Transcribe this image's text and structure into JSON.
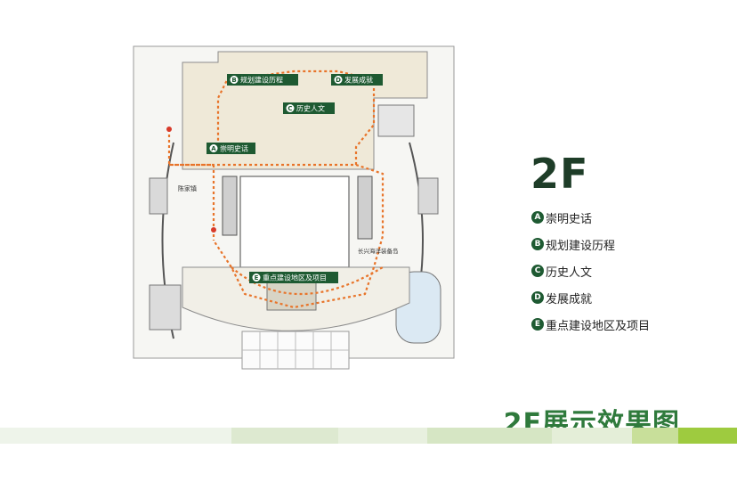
{
  "floor_title": "2F",
  "page_title": "2F展示效果图",
  "colors": {
    "dark_green": "#1e5a32",
    "title_green": "#2f7a3c",
    "route_orange": "#e8742a",
    "zone_tan": "#efe9d8",
    "atrium": "#ffffff",
    "band_light": "#dde9d0",
    "band_accent": "#9ecb3f"
  },
  "legend": [
    {
      "letter": "A",
      "label": "崇明史话"
    },
    {
      "letter": "B",
      "label": "规划建设历程"
    },
    {
      "letter": "C",
      "label": "历史人文"
    },
    {
      "letter": "D",
      "label": "发展成就"
    },
    {
      "letter": "E",
      "label": "重点建设地区及项目"
    }
  ],
  "zones": {
    "A": {
      "letter": "A",
      "label": "崇明史话"
    },
    "B": {
      "letter": "B",
      "label": "规划建设历程"
    },
    "C": {
      "letter": "C",
      "label": "历史人文"
    },
    "D": {
      "letter": "D",
      "label": "发展成就"
    },
    "E": {
      "letter": "E",
      "label": "重点建设地区及项目"
    }
  },
  "plan_labels": {
    "cheng_jia_zhen": "陈家镇",
    "chang_xing": "长兴海洋装备岛"
  }
}
